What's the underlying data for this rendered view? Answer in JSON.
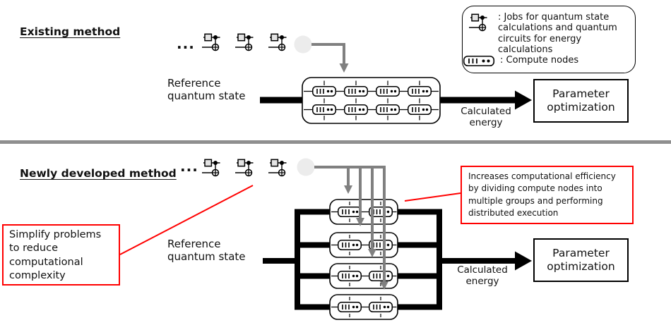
{
  "figure": {
    "type": "comparison-diagram",
    "topic": "Quantum computing job distribution over compute nodes"
  },
  "colors": {
    "black": "#000000",
    "gray_arrow": "#808080",
    "jobs_circle_fill": "#ececec",
    "divider_gray": "#8f8f8f",
    "annotation_red": "#ff0000",
    "circuit_square_fill": "#e4e4e4"
  },
  "existing": {
    "title": "Existing method",
    "ellipsis": "...",
    "reference_label": "Reference quantum state",
    "calculated_energy": "Calculated energy",
    "parameter_optimization": "Parameter optimization",
    "compute_cluster": {
      "rows": 2,
      "nodes_per_row": 4
    }
  },
  "newmethod": {
    "title": "Newly developed method",
    "ellipsis": "...",
    "reference_label": "Reference quantum state",
    "calculated_energy": "Calculated energy",
    "parameter_optimization": "Parameter optimization",
    "node_groups": {
      "groups": 4,
      "nodes_per_group": 2
    }
  },
  "legend": {
    "items": [
      {
        "icon": "quantum-circuit-icon",
        "text": ": Jobs for quantum state calculations and quantum circuits for energy calculations"
      },
      {
        "icon": "compute-node-icon",
        "text": ": Compute nodes"
      }
    ]
  },
  "annotations": {
    "left": "Simplify problems to reduce computational complexity",
    "right": "Increases computational efficiency by dividing compute nodes into multiple groups and performing distributed execution"
  }
}
